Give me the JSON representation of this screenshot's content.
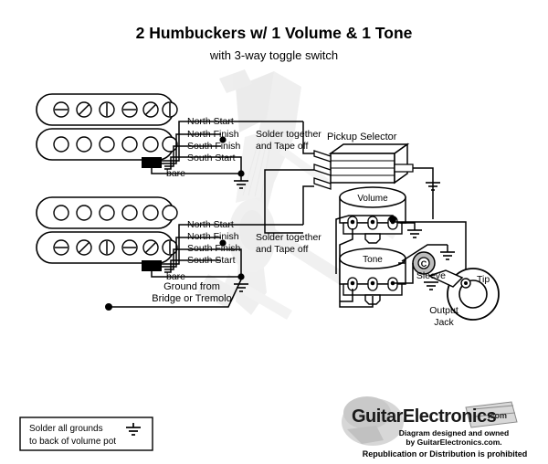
{
  "document": {
    "title": "2 Humbuckers w/ 1 Volume & 1 Tone",
    "subtitle": "with 3-way toggle switch",
    "background_color": "#ffffff",
    "line_color": "#000000",
    "watermark_color": "#c9c9c9"
  },
  "pickups": [
    {
      "name": "neck-humbucker",
      "screw_coil_position": "top",
      "slug_coil_position": "bottom",
      "pole_count": 6,
      "wires": [
        {
          "label": "North Start"
        },
        {
          "label": "North Finish"
        },
        {
          "label": "South Finish"
        },
        {
          "label": "South Start"
        },
        {
          "label": "bare"
        }
      ],
      "note": "Solder together and Tape off"
    },
    {
      "name": "bridge-humbucker",
      "screw_coil_position": "bottom",
      "slug_coil_position": "top",
      "pole_count": 6,
      "wires": [
        {
          "label": "North Start"
        },
        {
          "label": "North Finish"
        },
        {
          "label": "South Finish"
        },
        {
          "label": "South Start"
        },
        {
          "label": "bare"
        }
      ],
      "note": "Solder together and Tape off"
    }
  ],
  "components": {
    "selector_label": "Pickup Selector",
    "volume_label": "Volume",
    "tone_label": "Tone",
    "capacitor_label": "C",
    "jack_sleeve_label": "Sleeve",
    "jack_tip_label": "Tip",
    "jack_label_line1": "Output",
    "jack_label_line2": "Jack"
  },
  "ground_note": {
    "line1": "Ground from",
    "line2": "Bridge or Tremolo"
  },
  "solder_note": {
    "line1": "Solder all grounds",
    "line2": "to back of volume pot",
    "icon": "ground-symbol-icon"
  },
  "branding": {
    "logo_text": "GuitarElectronics",
    "logo_suffix": ".com",
    "credit_line1": "Diagram designed and owned",
    "credit_line2": "by GuitarElectronics.com.",
    "legal": "Republication or Distribution is prohibited"
  }
}
